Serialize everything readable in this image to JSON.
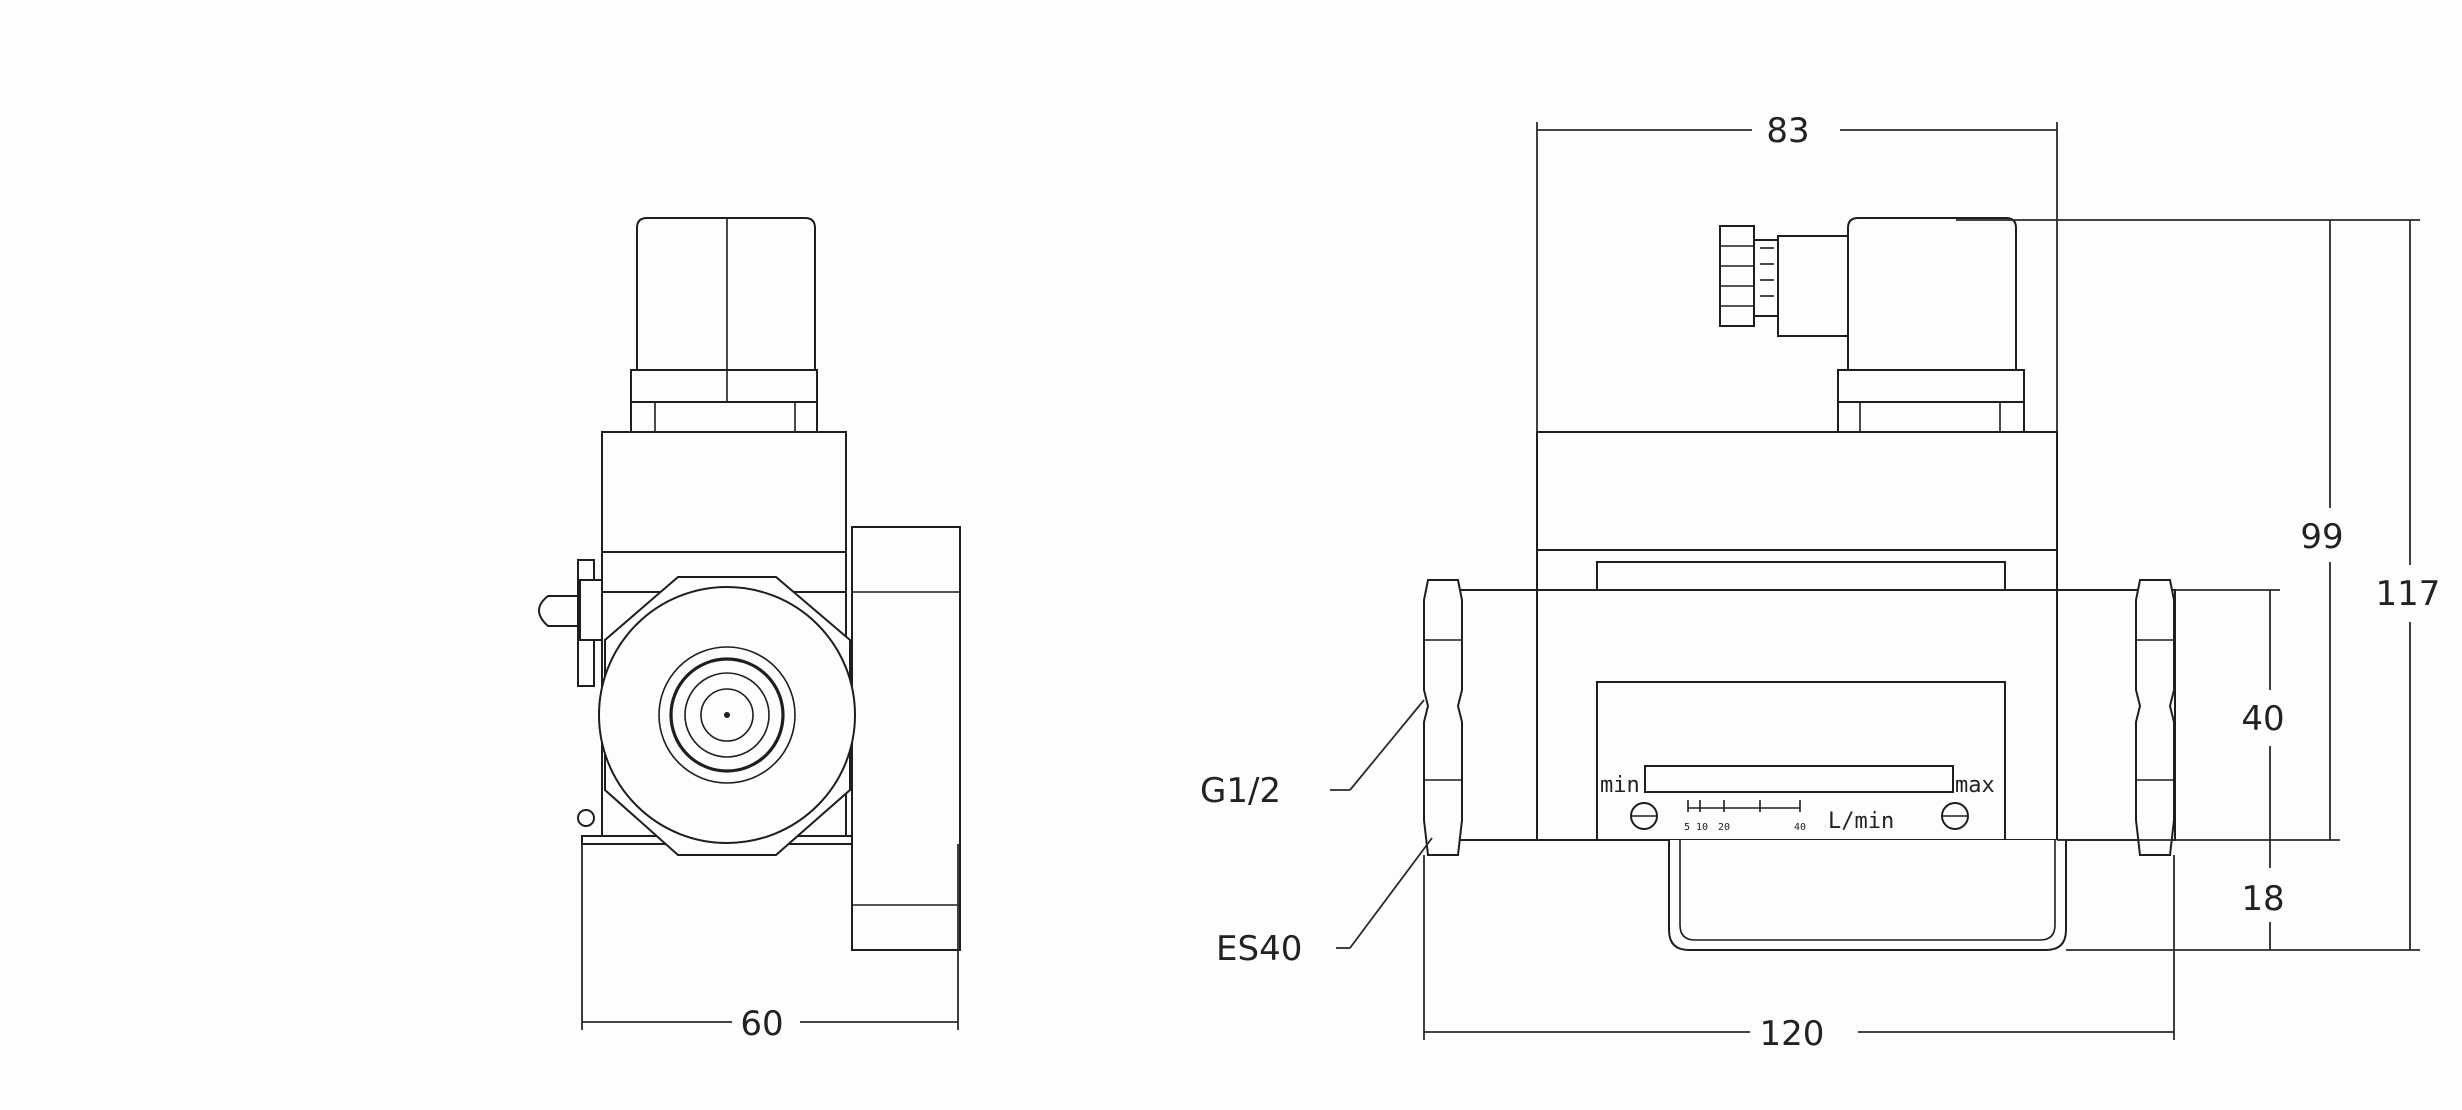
{
  "dimensions": {
    "width_top": "83",
    "height_body": "99",
    "height_total": "117",
    "height_pipe": "40",
    "height_bracket": "18",
    "length": "120",
    "side_width": "60"
  },
  "callouts": {
    "thread": "G1/2",
    "wrench": "ES40"
  },
  "scale": {
    "min_label": "min",
    "max_label": "max",
    "unit_label": "L/min",
    "ticks": [
      "5",
      "10",
      "20",
      "40"
    ]
  }
}
